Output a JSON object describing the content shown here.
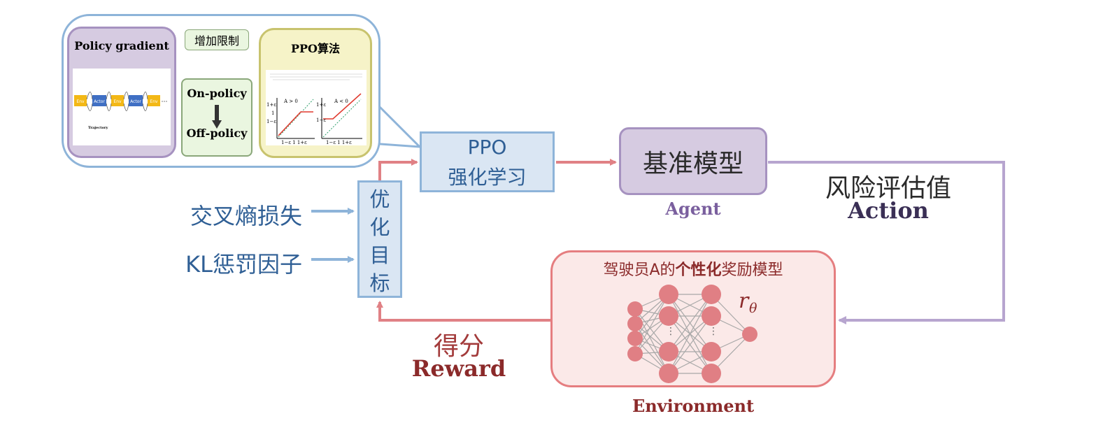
{
  "colors": {
    "blue_box_fill": "#dae6f3",
    "blue_box_border": "#8eb4d9",
    "purple_fill": "#d6cbe1",
    "purple_border": "#a692c0",
    "green_fill": "#eaf6e0",
    "green_border": "#8aa77a",
    "yellow_fill": "#f6f3c8",
    "yellow_border": "#c8c36e",
    "env_fill": "#fbe9e8",
    "env_border": "#e57e80",
    "red_arrow": "#e08185",
    "purple_arrow": "#b7a5cf",
    "blue_text": "#2f5f95",
    "node_fill": "#e07f84"
  },
  "inset": {
    "policy_gradient": {
      "title": "Policy gradient",
      "blocks": [
        "Env",
        "Actor",
        "Env",
        "Actor",
        "Env"
      ],
      "trajectory_label": "Trajectory"
    },
    "constraint_label": "增加限制",
    "on_policy": "On-policy",
    "off_policy": "Off-policy",
    "ppo_algo": {
      "title": "PPO算法",
      "plot_left_condition": "A > 0",
      "plot_right_condition": "A < 0",
      "tick_1_plus_eps": "1+ε",
      "tick_1": "1",
      "tick_1_minus_eps": "1−ε",
      "x_ticks": "1−ε  1  1+ε"
    }
  },
  "ppo_box": {
    "line1": "PPO",
    "line2": "强化学习"
  },
  "base_model": {
    "label": "基准模型",
    "caption": "Agent"
  },
  "risk": {
    "label": "风险评估值",
    "caption": "Action"
  },
  "optimize": {
    "chars": [
      "优",
      "化",
      "目",
      "标"
    ]
  },
  "inputs": {
    "cross_entropy": "交叉熵损失",
    "kl_penalty": "KL惩罚因子"
  },
  "score": {
    "label": "得分",
    "caption": "Reward"
  },
  "environment": {
    "title_prefix": "驾驶员A的",
    "title_bold": "个性化",
    "title_suffix": "奖励模型",
    "r_symbol": "r",
    "theta": "θ",
    "caption": "Environment"
  }
}
